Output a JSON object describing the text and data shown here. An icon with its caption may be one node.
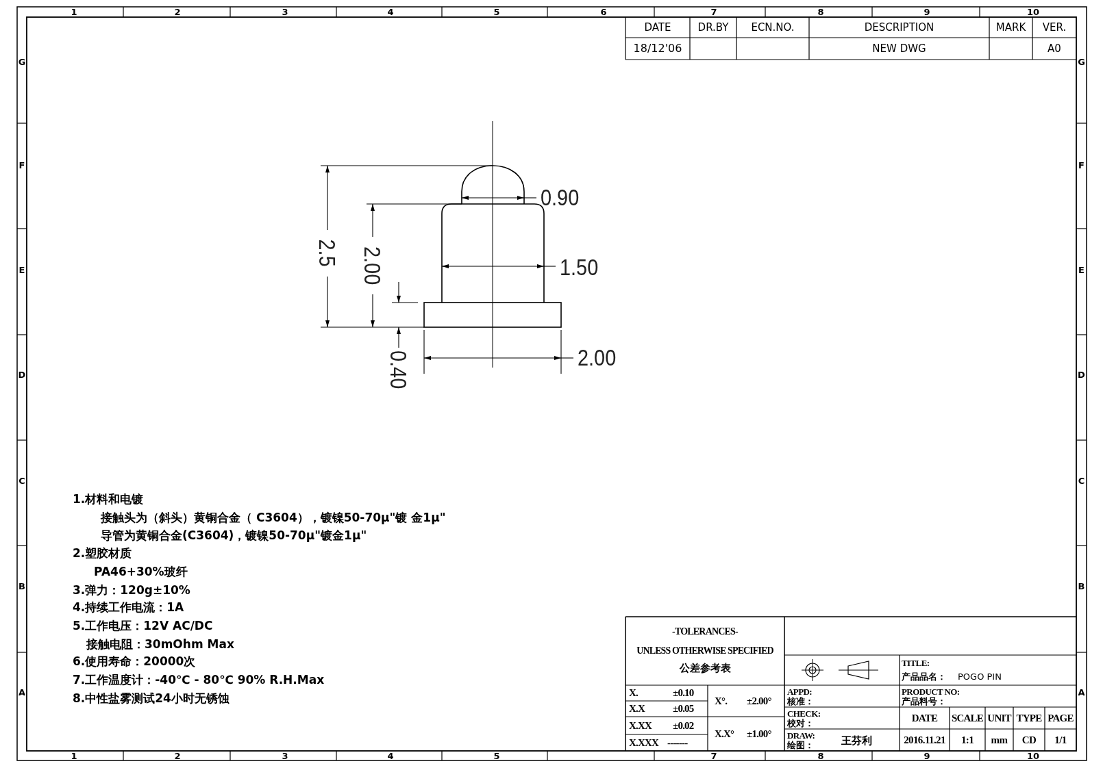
{
  "diagram": {
    "labels": [
      "1",
      "2",
      "3",
      "4",
      "5",
      "6",
      "7",
      "8",
      "9",
      "10",
      "DATE",
      "DR.BY",
      "ECN.NO.",
      "DESCRIPTION",
      "MARK",
      "VER.",
      "18/12'06",
      "NEW DWG",
      "A0",
      "G",
      "G",
      "F",
      "F",
      "E",
      "E",
      "D",
      "D",
      "C",
      "C",
      "B",
      "B",
      "A",
      "A",
      "0.90",
      "2.5",
      "2.00",
      "1.50",
      "2.00",
      "0.40",
      "1.材料和电镀",
      "接触头为（斜头）黄铜合金（ C3604），镀镍50-70μ\"镀 金1μ\"",
      "导管为黄铜合金(C3604)，镀镍50-70μ\"镀金1μ\"",
      "2.塑胶材质",
      "PA46+30%玻纤",
      "3.弹力：120g±10%",
      "4.持续工作电流：1A",
      "5.工作电压：12V AC/DC",
      "接触电阻：30mOhm Max",
      "6.使用寿命：20000次",
      "7.工作温度计：-40℃ - 80℃   90% R.H.Max",
      "8.中性盐雾测试24小时无锈蚀",
      "-TOLERANCES-",
      "UNLESS OTHERWISE SPECIFIED",
      "公差参考表",
      "TITLE:",
      "产品品名：",
      "POGO PIN",
      "X.",
      "±0.10",
      "X°.",
      "±2.00°",
      "APPD:",
      "核准：",
      "PRODUCT NO:",
      "产品料号：",
      "X.X",
      "±0.05",
      "X.XX",
      "±0.02",
      "X.X°",
      "±1.00°",
      "CHECK:",
      "校对：",
      "DATE",
      "SCALE",
      "UNIT",
      "TYPE",
      "PAGE",
      "X.XXX",
      "-------",
      "DRAW:",
      "绘图：",
      "王芬利",
      "2016.11.21",
      "1:1",
      "mm",
      "CD",
      "1/1",
      "1",
      "2",
      "3",
      "4",
      "5",
      "7",
      "8",
      "9",
      "10"
    ]
  }
}
